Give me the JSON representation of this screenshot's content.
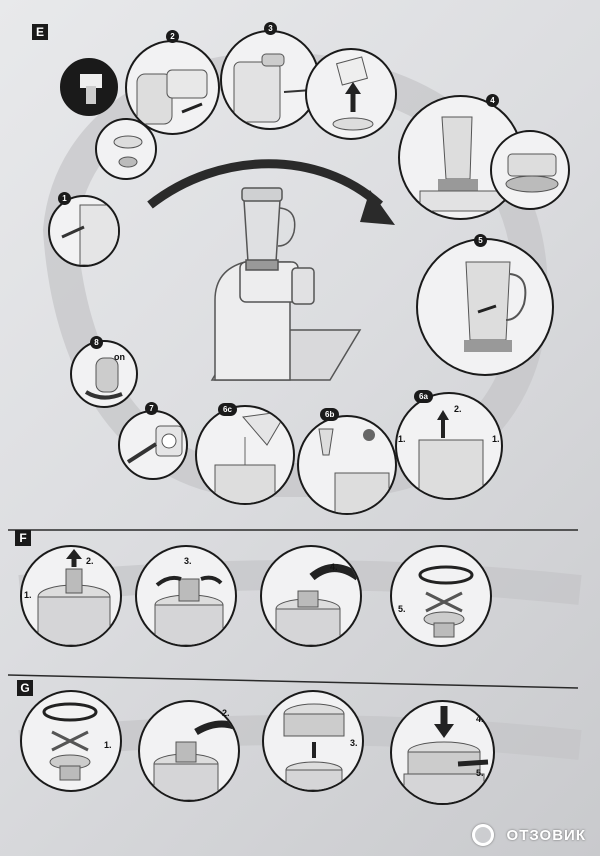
{
  "sections": {
    "e": {
      "label": "E"
    },
    "f": {
      "label": "F"
    },
    "g": {
      "label": "G"
    }
  },
  "steps_e": {
    "s1": "1",
    "s2": "2",
    "s3": "3",
    "s4": "4",
    "s5": "5",
    "s6a": "6a",
    "s6b": "6b",
    "s6c": "6c",
    "s7": "7",
    "s8": "8",
    "on": "on",
    "s6a_n1": "1.",
    "s6a_n2": "2.",
    "s6a_n3": "1."
  },
  "steps_f": {
    "f_1": "1.",
    "f_2": "2.",
    "f_3": "3.",
    "f_4": "4.",
    "f_5": "5."
  },
  "steps_g": {
    "g_1": "1.",
    "g_2": "2.",
    "g_3": "3.",
    "g_4": "4.",
    "g_5": "5."
  },
  "watermark": {
    "text": "ОТЗОВИК"
  },
  "colors": {
    "ink": "#1a1a1a",
    "paper": "#e4e5e7",
    "swirl": "#bfc0c3"
  }
}
